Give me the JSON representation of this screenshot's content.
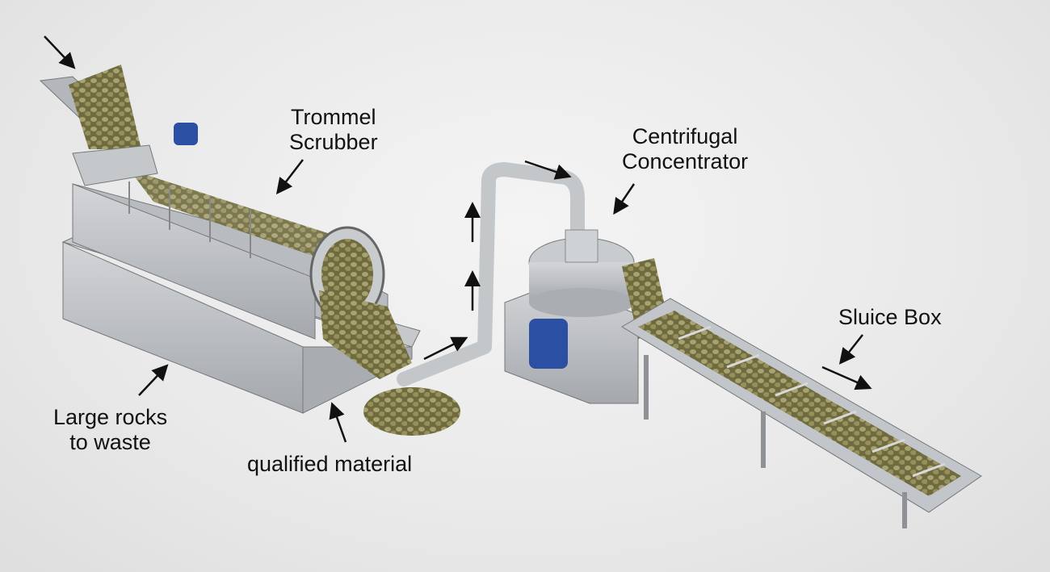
{
  "labels": {
    "trommel": "Trommel\nScrubber",
    "centrifugal": "Centrifugal\nConcentrator",
    "sluice": "Sluice Box",
    "large_rocks": "Large rocks\nto waste",
    "qualified": "qualified material"
  },
  "colors": {
    "steel": "#b9bcc0",
    "steel_dark": "#8e9297",
    "ore": "#8a8654",
    "motor": "#2b4fa3"
  }
}
